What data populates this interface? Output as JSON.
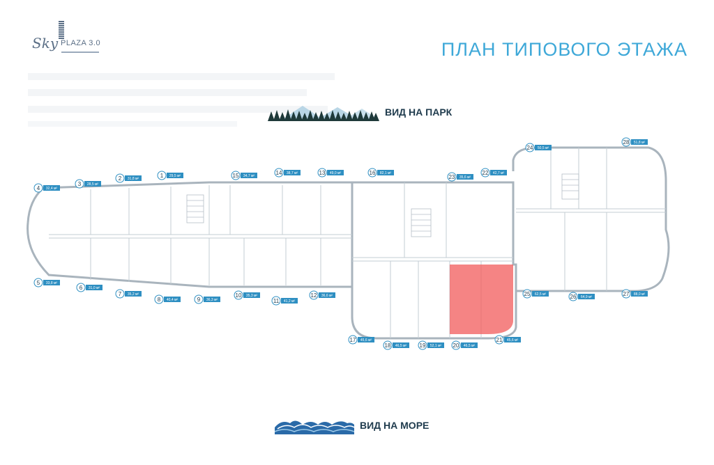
{
  "logo": {
    "word": "Sky",
    "brand": "PLAZA 3.0"
  },
  "title": "ПЛАН ТИПОВОГО ЭТАЖА",
  "views": {
    "park": "ВИД НА ПАРК",
    "sea": "ВИД НА МОРЕ"
  },
  "colors": {
    "accent": "#3ea8d8",
    "badge": "#2e8fc2",
    "highlight": "#f25b5b",
    "wall": "#a9b4bd"
  },
  "highlighted_apartment": "20",
  "apartments": [
    {
      "num": "1",
      "area": "29,5 м²"
    },
    {
      "num": "2",
      "area": "31,8 м²"
    },
    {
      "num": "3",
      "area": "28,5 м²"
    },
    {
      "num": "4",
      "area": "32,4 м²"
    },
    {
      "num": "5",
      "area": "33,8 м²"
    },
    {
      "num": "6",
      "area": "31,0 м²"
    },
    {
      "num": "7",
      "area": "35,2 м²"
    },
    {
      "num": "8",
      "area": "40,4 м²"
    },
    {
      "num": "9",
      "area": "36,3 м²"
    },
    {
      "num": "10",
      "area": "35,3 м²"
    },
    {
      "num": "11",
      "area": "41,2 м²"
    },
    {
      "num": "12",
      "area": "36,6 м²"
    },
    {
      "num": "13",
      "area": "49,0 м²"
    },
    {
      "num": "14",
      "area": "38,7 м²"
    },
    {
      "num": "15",
      "area": "34,7 м²"
    },
    {
      "num": "16",
      "area": "82,1 м²"
    },
    {
      "num": "17",
      "area": "45,6 м²"
    },
    {
      "num": "18",
      "area": "46,5 м²"
    },
    {
      "num": "19",
      "area": "52,1 м²"
    },
    {
      "num": "20",
      "area": "46,5 м²"
    },
    {
      "num": "21",
      "area": "45,6 м²"
    },
    {
      "num": "22",
      "area": "42,7 м²"
    },
    {
      "num": "23",
      "area": "35,6 м²"
    },
    {
      "num": "24",
      "area": "50,5 м²"
    },
    {
      "num": "25",
      "area": "62,5 м²"
    },
    {
      "num": "26",
      "area": "64,9 м²"
    },
    {
      "num": "27",
      "area": "88,0 м²"
    },
    {
      "num": "28",
      "area": "51,8 м²"
    }
  ]
}
